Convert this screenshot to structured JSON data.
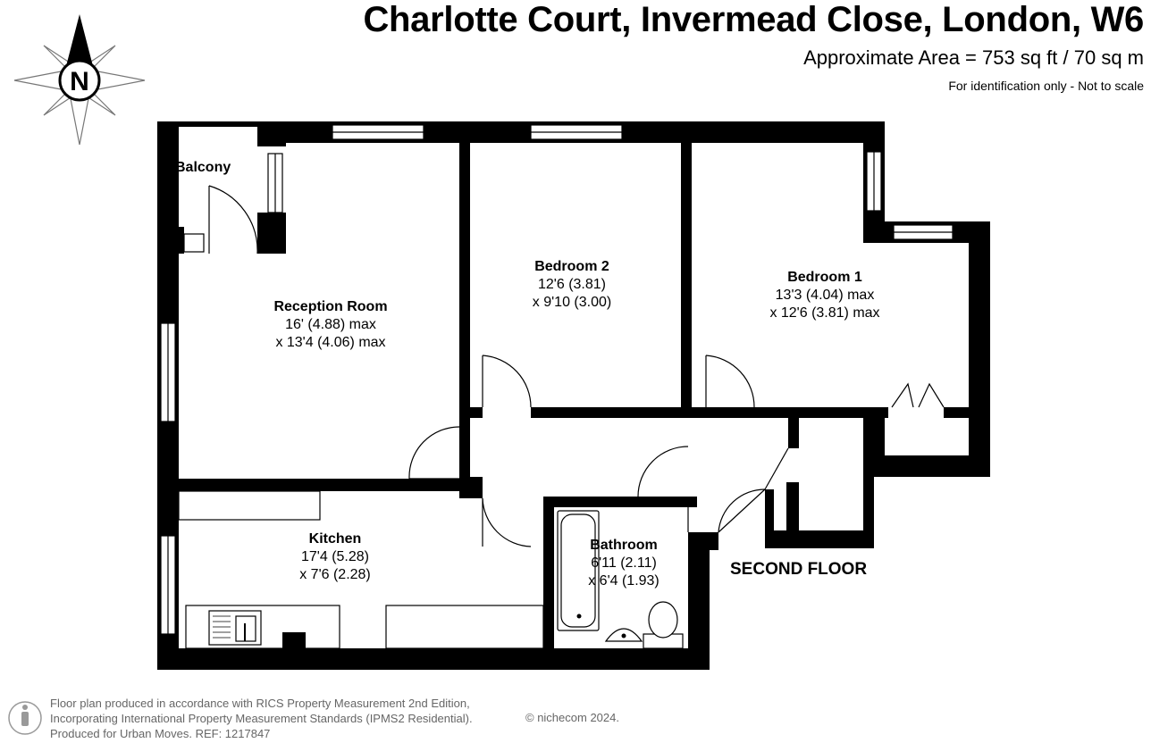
{
  "header": {
    "title": "Charlotte Court, Invermead Close, London, W6",
    "area": "Approximate Area = 753 sq ft / 70 sq m",
    "note": "For identification only - Not to scale"
  },
  "compass": {
    "letter": "N",
    "icon": "compass-icon"
  },
  "rooms": {
    "balcony": {
      "name": "Balcony"
    },
    "reception": {
      "name": "Reception Room",
      "dim1": "16' (4.88) max",
      "dim2": "x 13'4 (4.06) max"
    },
    "bedroom2": {
      "name": "Bedroom 2",
      "dim1": "12'6 (3.81)",
      "dim2": "x 9'10 (3.00)"
    },
    "bedroom1": {
      "name": "Bedroom 1",
      "dim1": "13'3 (4.04) max",
      "dim2": "x 12'6 (3.81) max"
    },
    "kitchen": {
      "name": "Kitchen",
      "dim1": "17'4 (5.28)",
      "dim2": "x 7'6 (2.28)"
    },
    "bathroom": {
      "name": "Bathroom",
      "dim1": "6'11 (2.11)",
      "dim2": "x 6'4 (1.93)"
    }
  },
  "floor_label": "SECOND FLOOR",
  "footer": {
    "line1": "Floor plan produced in accordance with RICS Property Measurement 2nd Edition,",
    "line2": "Incorporating International Property Measurement Standards (IPMS2 Residential).",
    "line3": "Produced for Urban Moves.   REF: 1217847",
    "copyright": "© nichecom 2024."
  },
  "colors": {
    "wall": "#000000",
    "fixture_fill": "#ffffff",
    "footer_text": "#666666"
  }
}
